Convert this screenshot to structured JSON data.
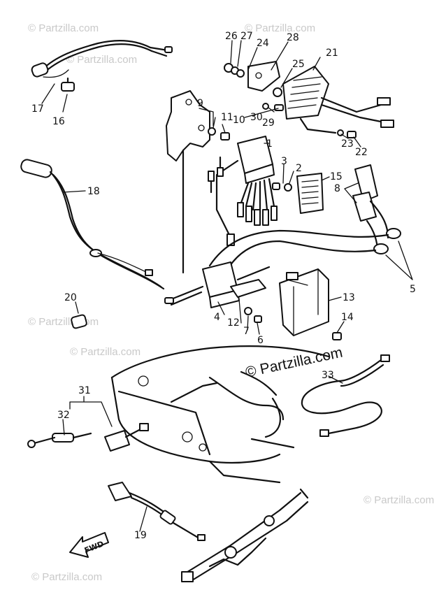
{
  "watermark": "© Partzilla.com",
  "brand": "© Partzilla.com",
  "fwd_label": "FWD",
  "callouts": [
    "1",
    "2",
    "3",
    "4",
    "5",
    "6",
    "7",
    "8",
    "9",
    "10",
    "11",
    "12",
    "13",
    "14",
    "15",
    "16",
    "17",
    "18",
    "19",
    "20",
    "21",
    "22",
    "23",
    "24",
    "25",
    "26",
    "27",
    "28",
    "29",
    "30",
    "31",
    "32",
    "33"
  ]
}
